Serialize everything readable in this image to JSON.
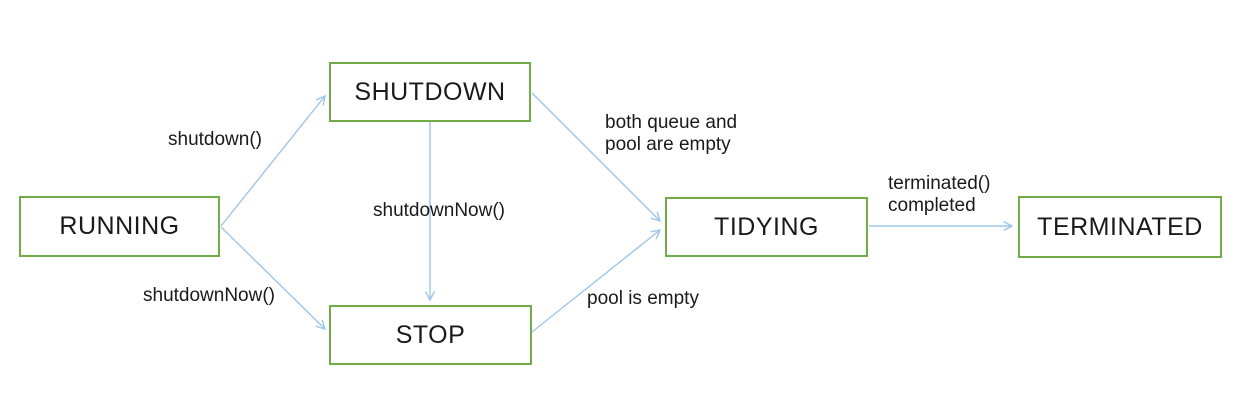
{
  "diagram": {
    "background_color": "#ffffff",
    "box_border_color": "#70AD47",
    "arrow_color": "#9FC5E8",
    "text_color": "#1a1a1a",
    "states": [
      {
        "id": "running",
        "label": "RUNNING"
      },
      {
        "id": "shutdown",
        "label": "SHUTDOWN"
      },
      {
        "id": "stop",
        "label": "STOP"
      },
      {
        "id": "tidying",
        "label": "TIDYING"
      },
      {
        "id": "terminated",
        "label": "TERMINATED"
      }
    ],
    "transitions": [
      {
        "from": "RUNNING",
        "to": "SHUTDOWN",
        "label_lines": [
          "shutdown()"
        ]
      },
      {
        "from": "RUNNING",
        "to": "STOP",
        "label_lines": [
          "shutdownNow()"
        ]
      },
      {
        "from": "SHUTDOWN",
        "to": "STOP",
        "label_lines": [
          "shutdownNow()"
        ]
      },
      {
        "from": "SHUTDOWN",
        "to": "TIDYING",
        "label_lines": [
          "both queue and",
          "pool are empty"
        ]
      },
      {
        "from": "STOP",
        "to": "TIDYING",
        "label_lines": [
          "pool is empty"
        ]
      },
      {
        "from": "TIDYING",
        "to": "TERMINATED",
        "label_lines": [
          "terminated()",
          "completed"
        ]
      }
    ]
  }
}
